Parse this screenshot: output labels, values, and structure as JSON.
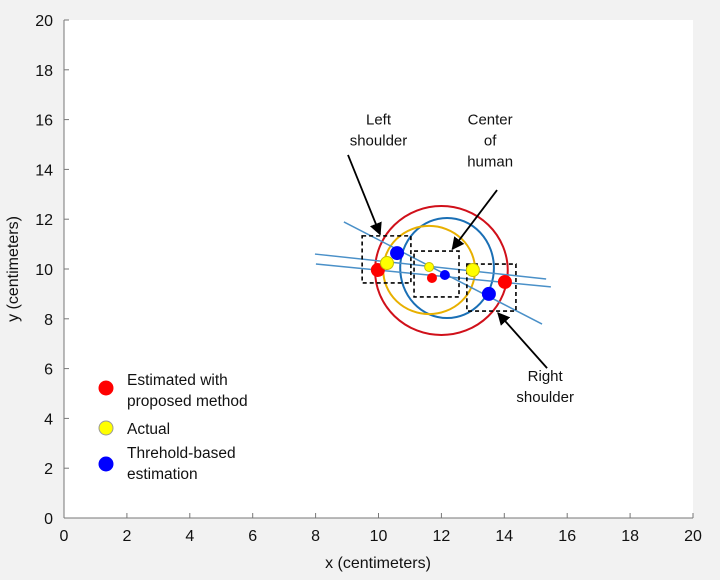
{
  "chart_data": {
    "type": "scatter",
    "title": "",
    "xlabel": "x (centimeters)",
    "ylabel": "y (centimeters)",
    "xlim": [
      0,
      20
    ],
    "ylim": [
      0,
      20
    ],
    "xticks": [
      0,
      2,
      4,
      6,
      8,
      10,
      12,
      14,
      16,
      18,
      20
    ],
    "yticks": [
      0,
      2,
      4,
      6,
      8,
      10,
      12,
      14,
      16,
      18,
      20
    ],
    "grid": false,
    "legend_position": "bottom-left",
    "series": [
      {
        "name": "Estimated with proposed method",
        "legend_lines": [
          "Estimated with",
          "proposed method"
        ],
        "color": "#ff0000",
        "points": [
          {
            "label": "Left shoulder",
            "x": 9.98,
            "y": 9.96
          },
          {
            "label": "Center of human",
            "x": 11.7,
            "y": 9.64
          },
          {
            "label": "Right shoulder",
            "x": 14.02,
            "y": 9.48
          }
        ]
      },
      {
        "name": "Actual",
        "legend_lines": [
          "Actual"
        ],
        "color": "#ffff00",
        "points": [
          {
            "label": "Left shoulder",
            "x": 10.27,
            "y": 10.24
          },
          {
            "label": "Center of human",
            "x": 11.61,
            "y": 10.08
          },
          {
            "label": "Right shoulder",
            "x": 13.0,
            "y": 9.96
          }
        ]
      },
      {
        "name": "Threhold-based estimation",
        "legend_lines": [
          "Threhold-based",
          "estimation"
        ],
        "color": "#0000ff",
        "points": [
          {
            "label": "Left shoulder",
            "x": 10.59,
            "y": 10.64
          },
          {
            "label": "Center of human",
            "x": 12.11,
            "y": 9.76
          },
          {
            "label": "Right shoulder",
            "x": 13.51,
            "y": 9.0
          }
        ]
      }
    ],
    "circles": [
      {
        "name": "proposed-circle",
        "color": "#d0101a",
        "cx": 12.0,
        "cy": 9.94,
        "rx": 2.11,
        "ry": 2.59
      },
      {
        "name": "threshold-circle",
        "color": "#1a6fb5",
        "cx": 12.18,
        "cy": 10.04,
        "rx": 1.49,
        "ry": 2.01
      },
      {
        "name": "actual-circle",
        "color": "#e8b000",
        "cx": 11.61,
        "cy": 9.96,
        "rx": 1.46,
        "ry": 1.77
      }
    ],
    "lines": [
      {
        "name": "shoulder-line-steep",
        "color": "#4a90c8",
        "x1": 8.9,
        "y1": 11.89,
        "x2": 15.2,
        "y2": 7.79
      },
      {
        "name": "shoulder-line-1",
        "color": "#4a90c8",
        "x1": 7.98,
        "y1": 10.6,
        "x2": 15.33,
        "y2": 9.6
      },
      {
        "name": "shoulder-line-2",
        "color": "#4a90c8",
        "x1": 8.01,
        "y1": 10.2,
        "x2": 15.48,
        "y2": 9.28
      }
    ],
    "boxes": [
      {
        "name": "left-shoulder-box",
        "x0": 9.48,
        "x1": 11.03,
        "y0": 9.44,
        "y1": 11.33
      },
      {
        "name": "center-box",
        "x0": 11.13,
        "x1": 12.56,
        "y0": 8.88,
        "y1": 10.72
      },
      {
        "name": "right-shoulder-box",
        "x0": 12.81,
        "x1": 14.37,
        "y0": 8.31,
        "y1": 10.2
      }
    ],
    "annotations": [
      {
        "name": "left-shoulder-annotation",
        "lines": [
          "Left",
          "shoulder"
        ],
        "text_x": 10.0,
        "text_y": 15.8,
        "arrow_from": [
          9.03,
          14.58
        ],
        "arrow_to": [
          10.05,
          11.39
        ]
      },
      {
        "name": "center-annotation",
        "lines": [
          "Center",
          "of",
          "human"
        ],
        "text_x": 13.55,
        "text_y": 15.8,
        "arrow_from": [
          13.77,
          13.17
        ],
        "arrow_to": [
          12.35,
          10.8
        ]
      },
      {
        "name": "right-shoulder-annotation",
        "lines": [
          "Right",
          "shoulder"
        ],
        "text_x": 15.3,
        "text_y": 5.5,
        "arrow_from": [
          15.36,
          6.02
        ],
        "arrow_to": [
          13.8,
          8.23
        ]
      }
    ]
  }
}
